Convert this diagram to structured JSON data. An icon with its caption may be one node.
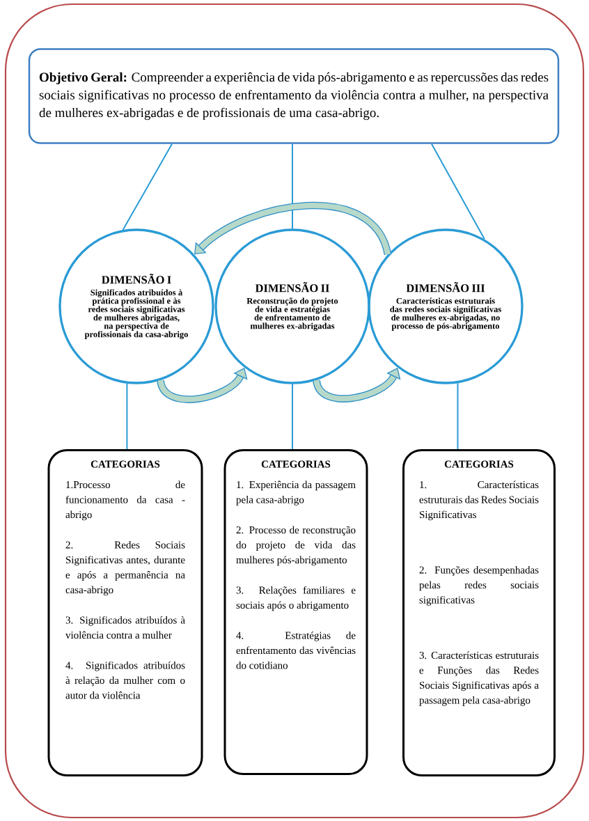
{
  "diagram": {
    "nodes": [
      {
        "text": [
          "**Objetivo Geral:** Compreender a experiência de vida pós-abrigamento e as repercussões das redes sociais significativas no processo de enfrentamento da violência contra a mulher, na perspectiva de mulheres ex-abrigadas e de profissionais de uma casa-abrigo."
        ]
      },
      {
        "text": [
          "DIMENSÃO I",
          "Significados atribuídos à prática profissional e às redes sociais significativas de mulheres abrigadas, na perspectiva de profissionais da casa-abrigo"
        ]
      },
      {
        "text": [
          "DIMENSÃO II",
          "Reconstrução do projeto de vida e estratégias de enfrentamento de mulheres ex-abrigadas"
        ]
      },
      {
        "text": [
          "DIMENSÃO III",
          "Características estruturais das redes sociais significativas de mulheres ex-abrigadas, no processo de pós-abrigamento"
        ]
      },
      {
        "text": [
          "CATEGORIAS",
          "1.Processo de funcionamento da casa -abrigo",
          "2. Redes Sociais Significativas antes, durante e após a permanência na casa-abrigo",
          "3. Significados atribuídos à violência contra a mulher",
          "4. Significados atribuídos à relação da mulher com o autor da violência"
        ]
      },
      {
        "text": [
          "CATEGORIAS",
          "1. Experiência da passagem pela casa-abrigo",
          "2. Processo de reconstrução do projeto de vida das mulheres pós-abrigamento",
          "3. Relações familiares e sociais após o abrigamento",
          "4. Estratégias de enfrentamento das vivências do cotidiano"
        ]
      },
      {
        "text": [
          "CATEGORIAS",
          "1. Características estruturais das Redes Sociais Significativas",
          "2. Funções desempenhadas pelas redes sociais significativas",
          "3. Características estruturais e Funções das Redes Sociais Significativas após a passagem pela casa-abrigo"
        ]
      }
    ],
    "edges": [
      {
        "from": 0,
        "to": 1,
        "arrow": "none"
      },
      {
        "from": 0,
        "to": 2,
        "arrow": "none"
      },
      {
        "from": 0,
        "to": 3,
        "arrow": "none"
      },
      {
        "from": 1,
        "to": 4,
        "arrow": "none"
      },
      {
        "from": 2,
        "to": 5,
        "arrow": "none"
      },
      {
        "from": 3,
        "to": 6,
        "arrow": "none"
      },
      {
        "from": 3,
        "to": 1,
        "arrow": "to",
        "style": "thick"
      },
      {
        "from": 1,
        "to": 2,
        "arrow": "to",
        "style": "thick"
      },
      {
        "from": 2,
        "to": 3,
        "arrow": "to",
        "style": "thick"
      }
    ]
  }
}
